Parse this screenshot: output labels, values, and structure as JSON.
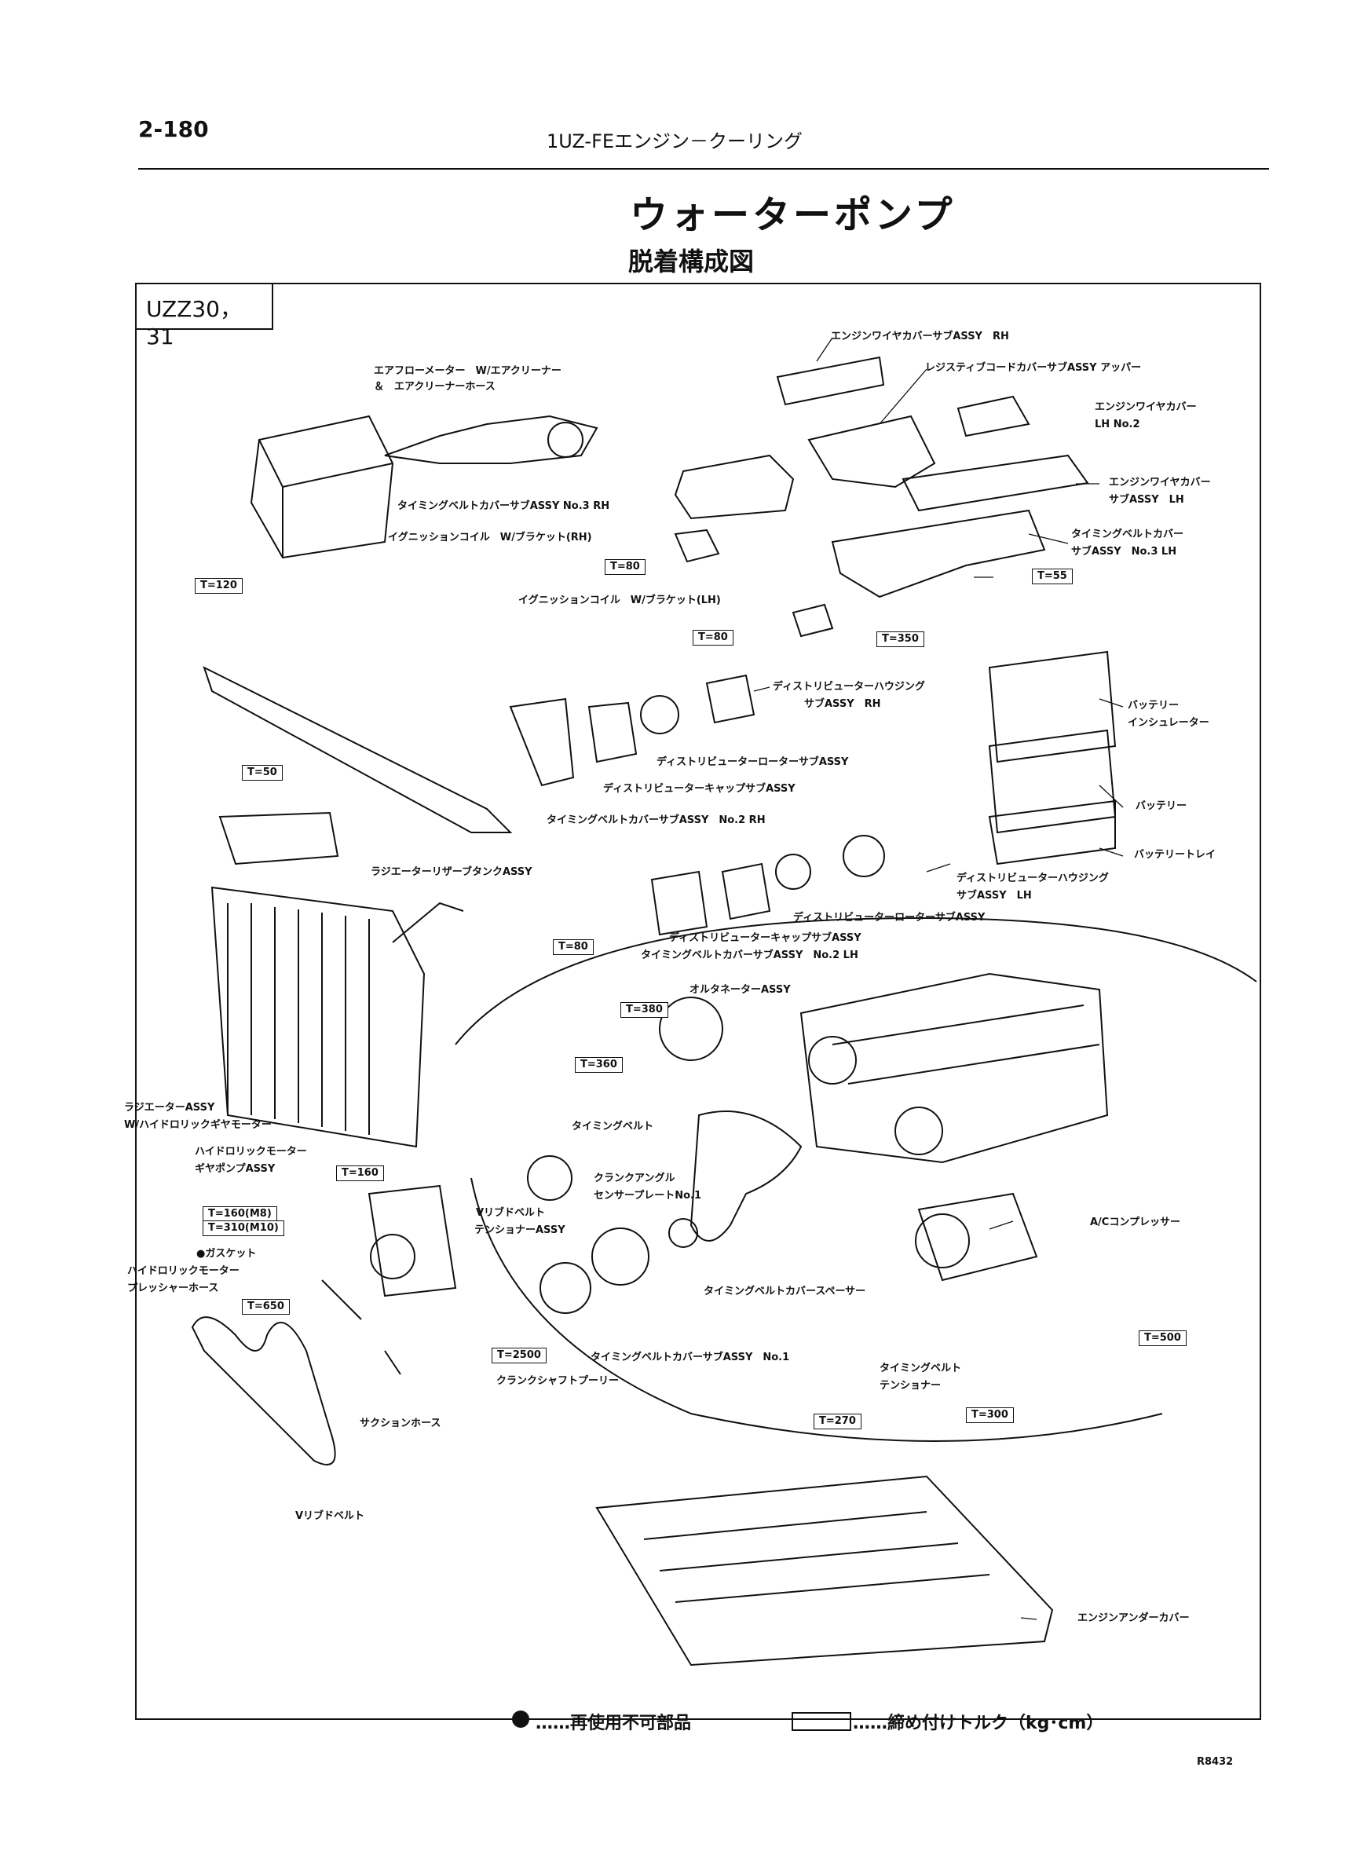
{
  "header": {
    "page_number": "2-180",
    "title": "1UZ-FEエンジン－クーリング"
  },
  "page_title": "ウォーターポンプ",
  "page_subtitle": "脱着構成図",
  "model_label": "UZZ30，31",
  "labels": {
    "engine_wire_cover_rh": "エンジンワイヤカバーサブASSY　RH",
    "resistive_cord_cover": "レジスティブコードカバーサブASSY アッパー",
    "air_flow_meter_1": "エアフローメーター　W/エアクリーナー",
    "air_flow_meter_2": "＆　エアクリーナーホース",
    "engine_wire_cover_lh2_1": "エンジンワイヤカバー",
    "engine_wire_cover_lh2_2": "LH No.2",
    "engine_wire_cover_lh_1": "エンジンワイヤカバー",
    "engine_wire_cover_lh_2": "サブASSY　LH",
    "timing_belt_cover_no3_rh": "タイミングベルトカバーサブASSY No.3 RH",
    "ignition_coil_rh": "イグニッションコイル　W/ブラケット(RH)",
    "timing_belt_cover_no3_lh_1": "タイミングベルトカバー",
    "timing_belt_cover_no3_lh_2": "サブASSY　No.3 LH",
    "ignition_coil_lh": "イグニッションコイル　W/ブラケット(LH)",
    "distributor_housing_rh_1": "ディストリビューターハウジング",
    "distributor_housing_rh_2": "サブASSY　RH",
    "battery_insulator_1": "バッテリー",
    "battery_insulator_2": "インシュレーター",
    "distributor_rotor_rh": "ディストリビューターローターサブASSY",
    "distributor_cap_rh": "ディストリビューターキャップサブASSY",
    "battery": "バッテリー",
    "timing_belt_cover_no2_rh": "タイミングベルトカバーサブASSY　No.2 RH",
    "battery_tray": "バッテリートレイ",
    "radiator_reserve_tank": "ラジエーターリザーブタンクASSY",
    "distributor_housing_lh_1": "ディストリビューターハウジング",
    "distributor_housing_lh_2": "サブASSY　LH",
    "distributor_rotor_lh": "ディストリビューターローターサブASSY",
    "distributor_cap_lh": "ディストリビューターキャップサブASSY",
    "timing_belt_cover_no2_lh": "タイミングベルトカバーサブASSY　No.2 LH",
    "alternator": "オルタネーターASSY",
    "radiator_1": "ラジエーターASSY",
    "radiator_2": "W/ハイドロリックギヤモーター",
    "timing_belt": "タイミングベルト",
    "hydraulic_pump_1": "ハイドロリックモーター",
    "hydraulic_pump_2": "ギヤポンプASSY",
    "crank_angle_plate_1": "クランクアングル",
    "crank_angle_plate_2": "センサープレートNo.1",
    "v_ribbed_tensioner_1": "Vリブドベルト",
    "v_ribbed_tensioner_2": "テンショナーASSY",
    "ac_compressor": "A/Cコンプレッサー",
    "gasket": "●ガスケット",
    "pressure_hose_1": "ハイドロリックモーター",
    "pressure_hose_2": "プレッシャーホース",
    "timing_belt_spacer": "タイミングベルトカバースペーサー",
    "timing_belt_cover_no1": "タイミングベルトカバーサブASSY　No.1",
    "timing_belt_tensioner_1": "タイミングベルト",
    "timing_belt_tensioner_2": "テンショナー",
    "crankshaft_pulley": "クランクシャフトプーリー",
    "suction_hose": "サクションホース",
    "v_ribbed_belt": "Vリブドベルト",
    "engine_under_cover": "エンジンアンダーカバー"
  },
  "torques": {
    "t80_a": "T=80",
    "t55": "T=55",
    "t120": "T=120",
    "t80_b": "T=80",
    "t350": "T=350",
    "t50": "T=50",
    "t80_c": "T=80",
    "t380": "T=380",
    "t360": "T=360",
    "t160": "T=160",
    "t160_m8": "T=160(M8)",
    "t310_m10": "T=310(M10)",
    "t650": "T=650",
    "t500": "T=500",
    "t2500": "T=2500",
    "t300": "T=300",
    "t270": "T=270"
  },
  "legend": {
    "non_reusable": "……再使用不可部品",
    "torque": "……締め付けトルク（kg･cm）"
  },
  "figure_code": "R8432"
}
